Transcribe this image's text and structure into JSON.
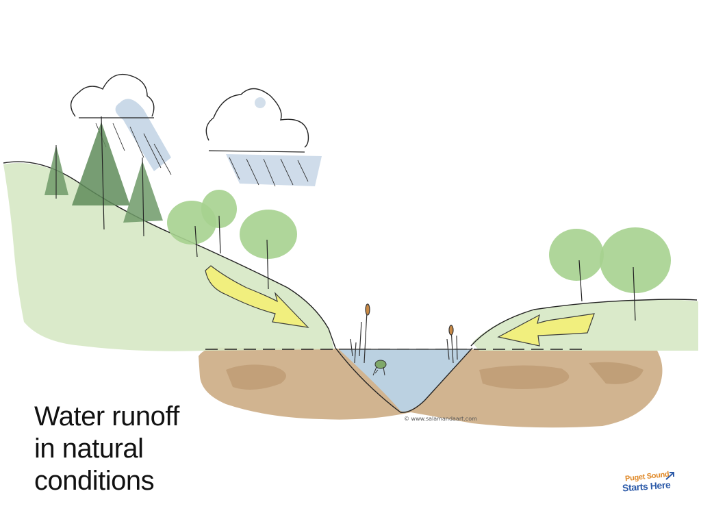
{
  "title_lines": [
    "Water runoff",
    "in natural",
    "conditions"
  ],
  "credit": "© www.salamandaart.com",
  "logo": {
    "line1": "Puget Sound",
    "line2": "Starts Here"
  },
  "colors": {
    "grass": "#d6e8c4",
    "soil": "#c9a77c",
    "water": "#b9d3e6",
    "arrow": "#f3f07a",
    "evergreen": "#6f9a68",
    "tree": "#a6d18f",
    "rain": "#a7bfd8"
  }
}
